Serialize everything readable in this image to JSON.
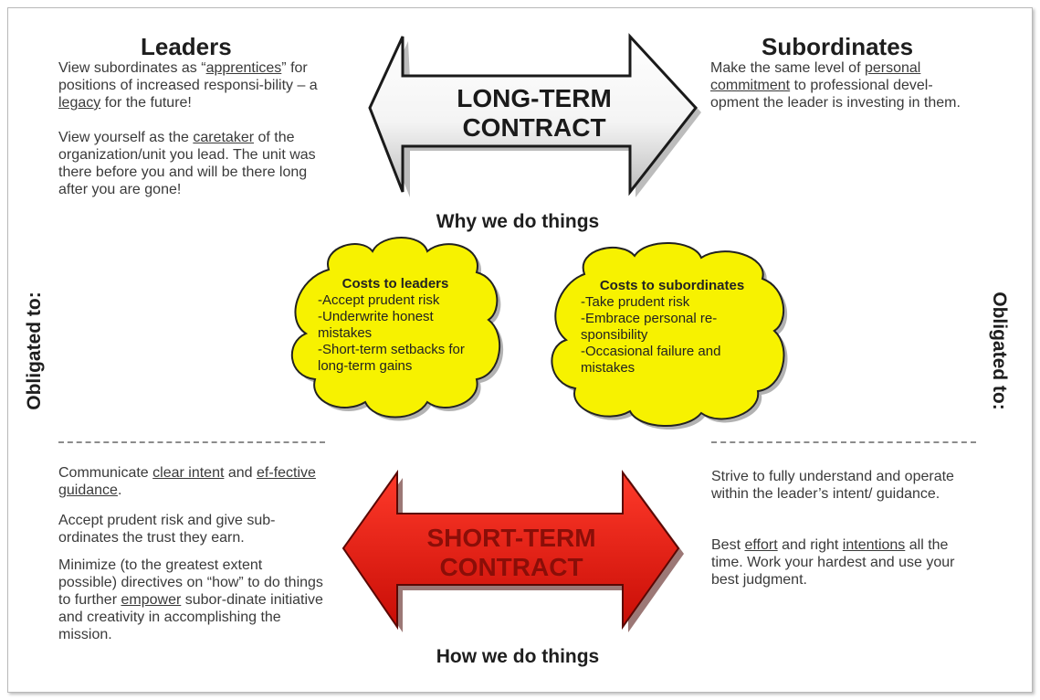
{
  "leaders": {
    "heading": "Leaders",
    "p1_a": "View subordinates as “",
    "p1_link": "apprentices",
    "p1_b": "” for positions of increased responsi-bility – a ",
    "p1_link2": "legacy",
    "p1_c": " for the future!",
    "p2_a": "View yourself as the ",
    "p2_link": "caretaker",
    "p2_b": " of the organization/unit you lead. The unit was there before you and will be there long after you are gone!",
    "s1_a": "Communicate ",
    "s1_link": "clear intent",
    "s1_b": " and ",
    "s1_link2": "ef-fective guidance",
    "s1_c": ".",
    "s2": "Accept prudent risk and give sub-ordinates the trust they earn.",
    "s3_a": "Minimize (to the greatest extent possible) directives on “how” to do things to further ",
    "s3_link": "empower",
    "s3_b": " subor-dinate initiative and creativity in accomplishing the mission."
  },
  "subordinates": {
    "heading": "Subordinates",
    "p1_a": "Make the same level of ",
    "p1_link": "personal commitment",
    "p1_b": " to professional devel-opment the leader is investing in them.",
    "s1": "Strive to fully understand and operate within the leader’s intent/ guidance.",
    "s2_a": "Best ",
    "s2_link": "effort",
    "s2_b": " and right ",
    "s2_link2": "intentions",
    "s2_c": " all the time. Work your hardest and use your best judgment."
  },
  "long_term": {
    "line1": "LONG-TERM",
    "line2": "CONTRACT",
    "caption": "Why we do things"
  },
  "short_term": {
    "line1": "SHORT-TERM",
    "line2": "CONTRACT",
    "caption": "How we do things"
  },
  "cloud_leaders": {
    "title": "Costs to leaders",
    "items": [
      "-Accept prudent risk",
      "-Underwrite honest mistakes",
      "-Short-term setbacks for long-term gains"
    ]
  },
  "cloud_subordinates": {
    "title": "Costs to subordinates",
    "items": [
      "-Take prudent risk",
      "-Embrace personal re-sponsibility",
      "-Occasional failure and mistakes"
    ]
  },
  "obligated_left": "Obligated to:",
  "obligated_right": "Obligated to:",
  "colors": {
    "cloud": "#f7f200",
    "short_arrow": "#e01a12",
    "short_text": "#8a0e08",
    "long_arrow": "#ffffff"
  }
}
